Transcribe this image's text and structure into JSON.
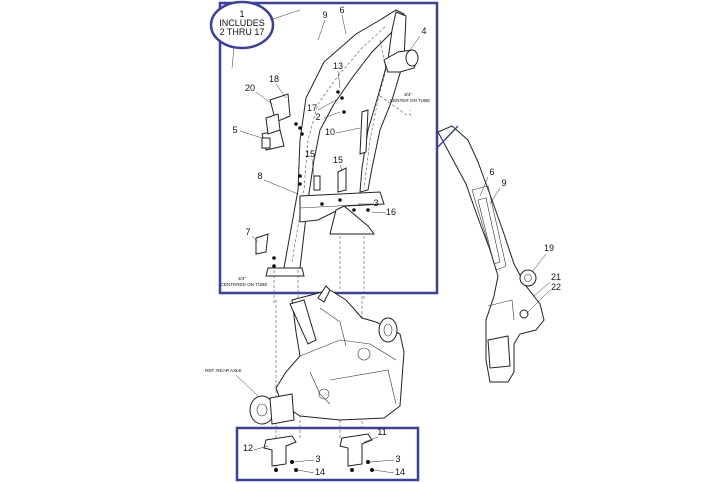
{
  "callouts": {
    "c1_num": "1",
    "c1_line1": "INCLUDES",
    "c1_line2": "2 THRU 17",
    "n2": "2",
    "n3": "3",
    "n3b": "3",
    "n3c": "3",
    "n4": "4",
    "n5": "5",
    "n6": "6",
    "n6b": "6",
    "n7": "7",
    "n8": "8",
    "n9": "9",
    "n9b": "9",
    "n10": "10",
    "n11": "11",
    "n12": "12",
    "n13": "13",
    "n14": "14",
    "n14b": "14",
    "n15": "15",
    "n15b": "15",
    "n16": "16",
    "n17": "17",
    "n18": "18",
    "n19": "19",
    "n20": "20",
    "n21": "21",
    "n22": "22"
  },
  "notes": {
    "center_tube_right_1": "3/4\"",
    "center_tube_right_2": "CENTER ON TUBE",
    "center_tube_left_1": "3/4\"",
    "center_tube_left_2": "CENTERED ON TUBE",
    "rear_axle": "REF. REAR AXLE"
  },
  "colors": {
    "highlight": "#3a3fa0",
    "line": "#222222"
  }
}
